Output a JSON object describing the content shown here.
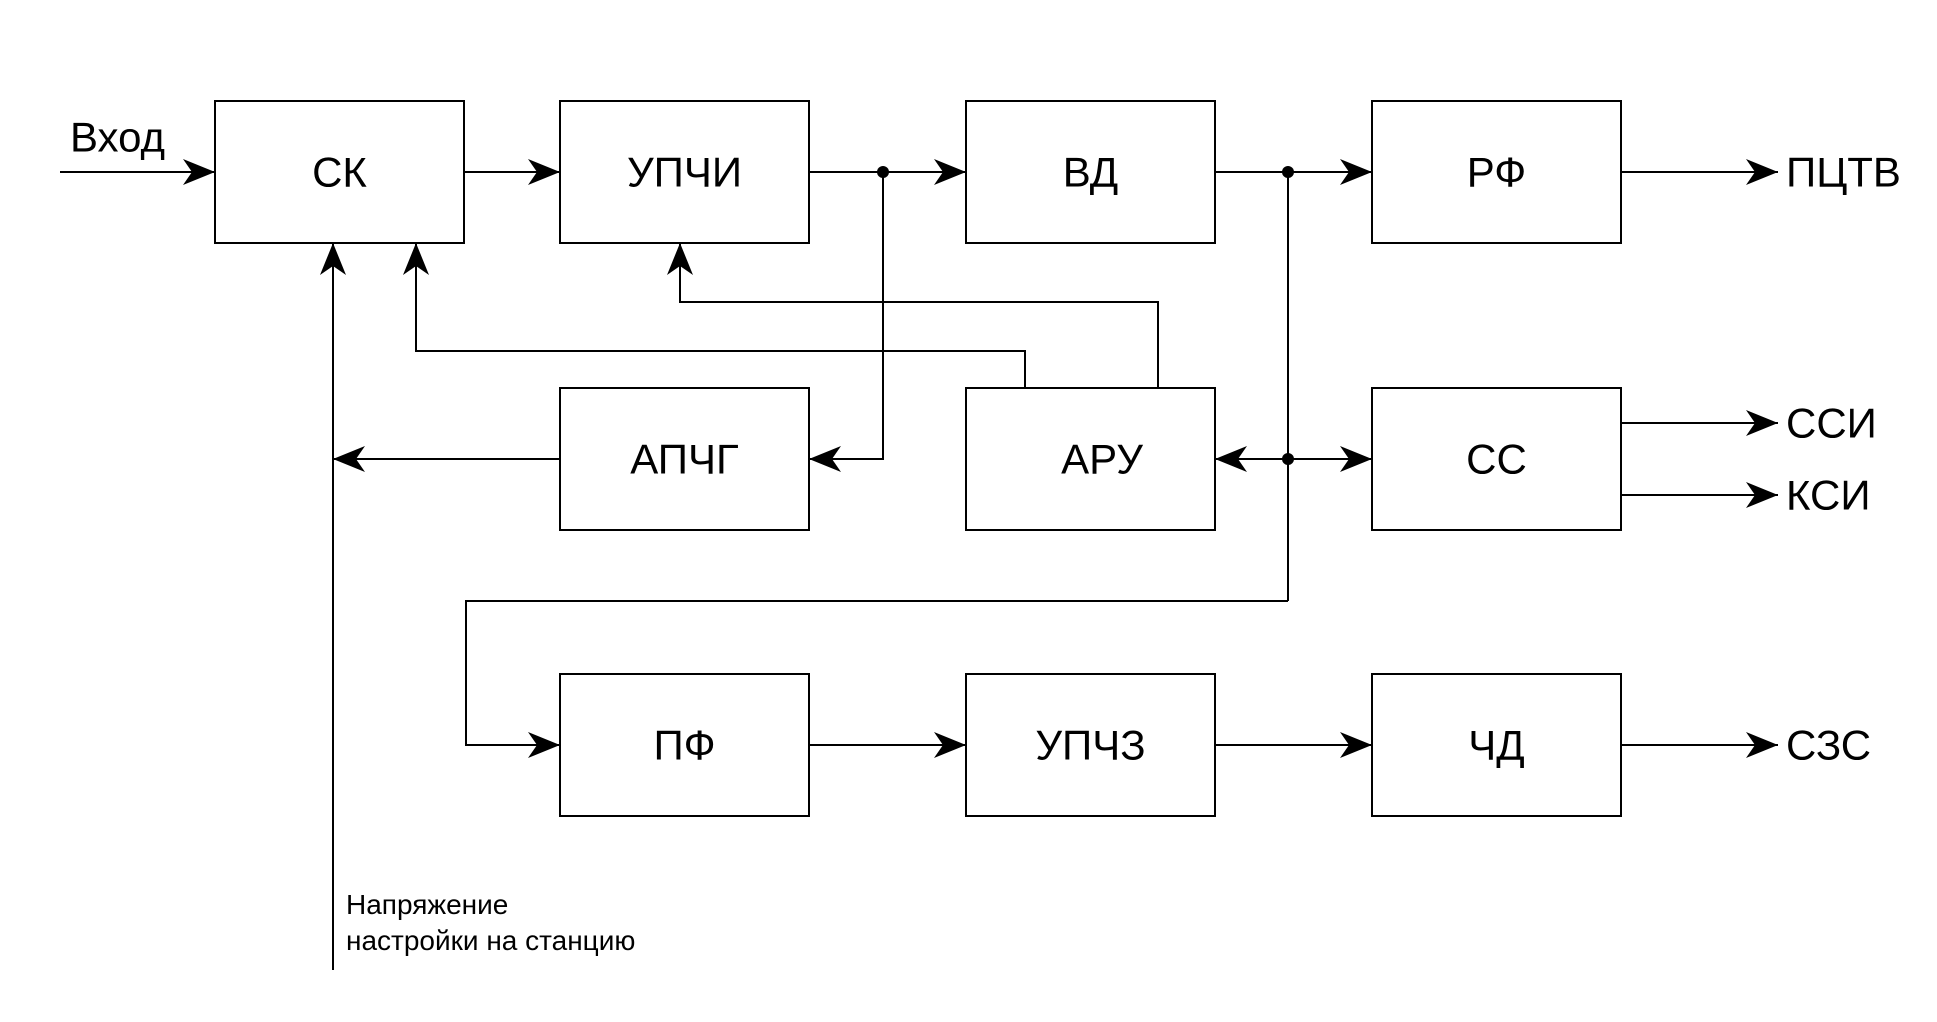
{
  "blocks": {
    "sk": "СК",
    "upchi": "УПЧИ",
    "vd": "ВД",
    "rf": "РФ",
    "apchg": "АПЧГ",
    "aru": "АРУ",
    "ss": "СС",
    "pf": "ПФ",
    "upchz": "УПЧЗ",
    "chd": "ЧД"
  },
  "inputs": {
    "main": "Вход"
  },
  "outputs": {
    "pctv": "ПЦТВ",
    "ssi": "ССИ",
    "ksi": "КСИ",
    "szs": "СЗС"
  },
  "note": {
    "line1": "Напряжение",
    "line2": "настройки на станцию"
  }
}
